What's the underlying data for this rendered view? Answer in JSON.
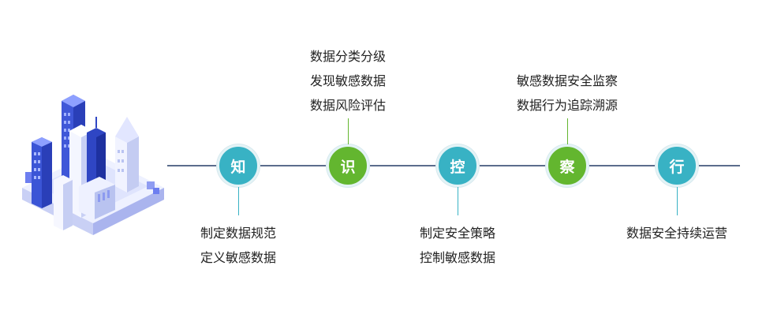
{
  "steps": [
    {
      "char": "知",
      "color": "#38b2c4",
      "items": [
        "制定数据规范",
        "定义敏感数据"
      ]
    },
    {
      "char": "识",
      "color": "#63b62f",
      "items": [
        "数据分类分级",
        "发现敏感数据",
        "数据风险评估"
      ]
    },
    {
      "char": "控",
      "color": "#38b2c4",
      "items": [
        "制定安全策略",
        "控制敏感数据"
      ]
    },
    {
      "char": "察",
      "color": "#63b62f",
      "items": [
        "敏感数据安全监察",
        "数据行为追踪溯源"
      ]
    },
    {
      "char": "行",
      "color": "#38b2c4",
      "items": [
        "数据安全持续运营"
      ]
    }
  ]
}
